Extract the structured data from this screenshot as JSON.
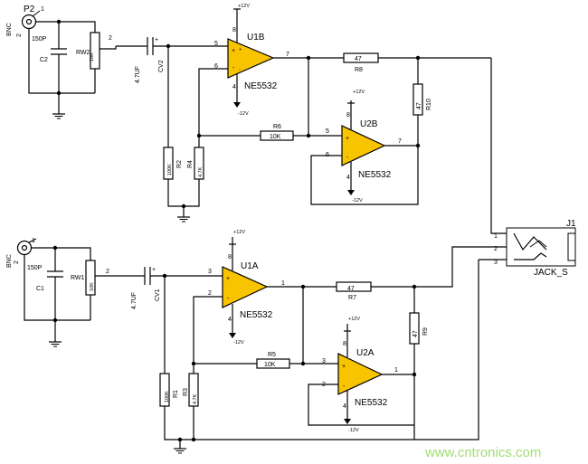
{
  "top": {
    "connector": "P2",
    "bnc": "BNC",
    "pin2": "2",
    "pin1": "1",
    "cap_val": "150P",
    "cap_ref": "C2",
    "pot_ref": "RW2",
    "pot_val": "10K",
    "pot_pin": "2",
    "cv_val": "4.7UF",
    "cv_ref": "CV2",
    "plus": "+",
    "u1_ref": "U1B",
    "u1_part": "NE5532",
    "u1_in_p": "5",
    "u1_in_n": "6",
    "u1_out": "7",
    "u1_vp": "8",
    "u1_vn": "4",
    "u2_ref": "U2B",
    "u2_part": "NE5532",
    "u2_in_p": "5",
    "u2_in_n": "6",
    "u2_out": "7",
    "u2_vp": "8",
    "u2_vn": "4",
    "r8_val": "47",
    "r8_ref": "R8",
    "r10_val": "47",
    "r10_ref": "R10",
    "r6_ref": "R6",
    "r6_val": "10K",
    "r2_val": "100K",
    "r2_ref": "R2",
    "r4_ref": "R4",
    "r4_val": "4.7K",
    "vpos": "+12V",
    "vneg": "-12V"
  },
  "bottom": {
    "bnc": "BNC",
    "pin2": "2",
    "pin1": "1",
    "cap_val": "150P",
    "cap_ref": "C1",
    "pot_ref": "RW1",
    "pot_val": "10K",
    "pot_pin": "2",
    "cv_val": "4.7UF",
    "cv_ref": "CV1",
    "plus": "+",
    "u1_ref": "U1A",
    "u1_part": "NE5532",
    "u1_in_p": "3",
    "u1_in_n": "2",
    "u1_out": "1",
    "u1_vp": "8",
    "u1_vn": "4",
    "u2_ref": "U2A",
    "u2_part": "NE5532",
    "u2_in_p": "3",
    "u2_in_n": "2",
    "u2_out": "1",
    "u2_vp": "8",
    "u2_vn": "4",
    "r7_val": "47",
    "r7_ref": "R7",
    "r9_val": "47",
    "r9_ref": "R9",
    "r5_ref": "R5",
    "r5_val": "10K",
    "r1_val": "100K",
    "r1_ref": "R1",
    "r3_ref": "R3",
    "r3_val": "4.7K",
    "vpos": "+12V",
    "vneg": "-12V"
  },
  "jack": {
    "ref": "J1",
    "name": "JACK_S",
    "pin1": "1",
    "pin2": "2",
    "pin3": "3"
  },
  "watermark": "www.cntronics.com"
}
